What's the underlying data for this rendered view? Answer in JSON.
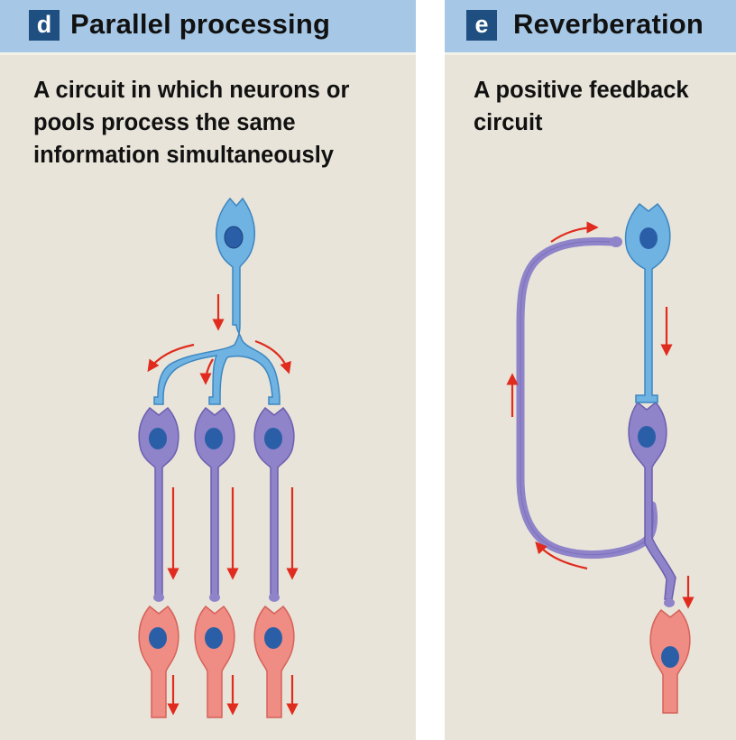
{
  "panels": [
    {
      "letter": "d",
      "title": "Parallel processing",
      "description_lines": [
        "A circuit in which neurons or",
        "pools process the same",
        "information simultaneously"
      ]
    },
    {
      "letter": "e",
      "title": "Reverberation",
      "description_lines": [
        "A positive feedback",
        "circuit"
      ]
    }
  ],
  "colors": {
    "background": "#e8e4d9",
    "header": "#a6c8e6",
    "badge": "#1f4f80",
    "blue_neuron": "#6fb3e3",
    "purple_neuron": "#8f83c9",
    "red_neuron": "#ef8c84",
    "nucleus": "#2a5fa8",
    "arrow": "#e02b1e"
  }
}
